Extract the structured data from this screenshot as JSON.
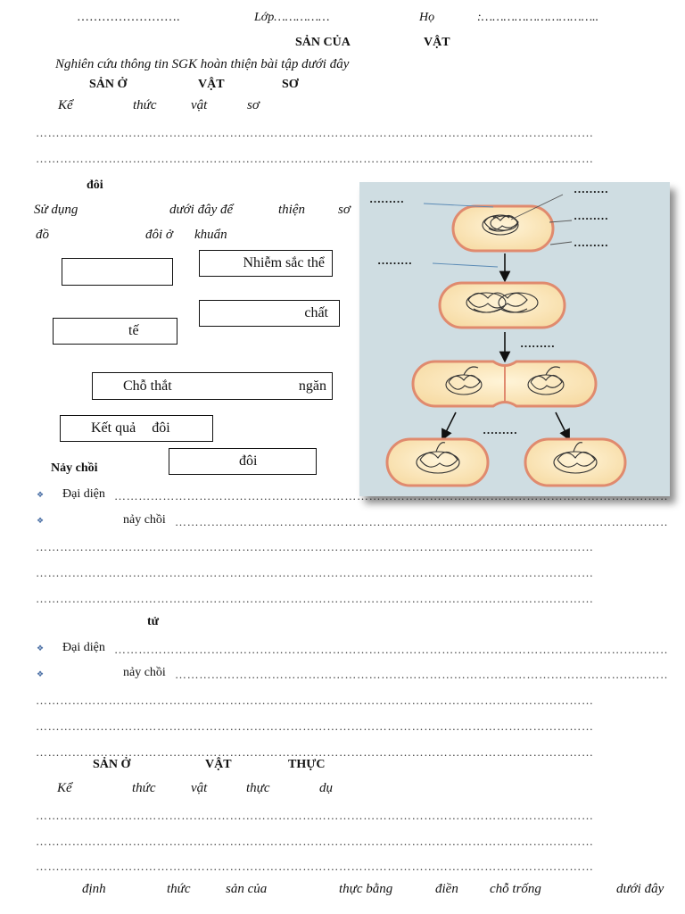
{
  "header": {
    "school_fill": "…………………….",
    "class_label": "Lớp……………",
    "name_label": "Họ",
    "name_fill": ":………………………….."
  },
  "title": {
    "part1": "SẢN CỦA",
    "part2": "VẬT"
  },
  "instruction": "Nghiên cứu thông tin SGK hoàn thiện bài tập dưới đây",
  "section1": {
    "heading": {
      "a": "SẢN Ở",
      "b": "VẬT",
      "c": "SƠ"
    },
    "question": {
      "a": "Kể",
      "b": "thức",
      "c": "vật",
      "d": "sơ"
    }
  },
  "dots_line": "…………………………………………………………………………………………………………………………",
  "binary_fission": {
    "heading": "đôi",
    "instruction_line1": {
      "a": "Sử dụng",
      "b": "dưới đây để",
      "c": "thiện",
      "d": "sơ"
    },
    "instruction_line2": {
      "a": "đồ",
      "b": "đôi ở",
      "c": "khuẩn"
    },
    "boxes": {
      "empty": "",
      "chromosome": "Nhiễm sắc thể",
      "cell": "tế",
      "substance": "chất",
      "septum_a": "Chỗ thắt",
      "septum_b": "ngăn",
      "result_a": "Kết quả",
      "result_b": "đôi",
      "division": "đôi"
    }
  },
  "figure": {
    "dots_short": "………",
    "dots_mid": "………"
  },
  "budding": {
    "heading": "Nảy chồi",
    "rep_label": "Đại diện",
    "bud_label": "nảy chồi"
  },
  "spore": {
    "heading": "tử",
    "rep_label": "Đại diện",
    "bud_label": "nảy chồi"
  },
  "section2": {
    "heading": {
      "a": "SẢN Ở",
      "b": "VẬT",
      "c": "THỰC"
    },
    "question": {
      "a": "Kể",
      "b": "thức",
      "c": "vật",
      "d": "thực",
      "e": "dụ"
    }
  },
  "last_line": {
    "a": "định",
    "b": "thức",
    "c": "sản của",
    "d": "thực bằng",
    "e": "điền",
    "f": "chỗ trống",
    "g": "dưới đây"
  }
}
